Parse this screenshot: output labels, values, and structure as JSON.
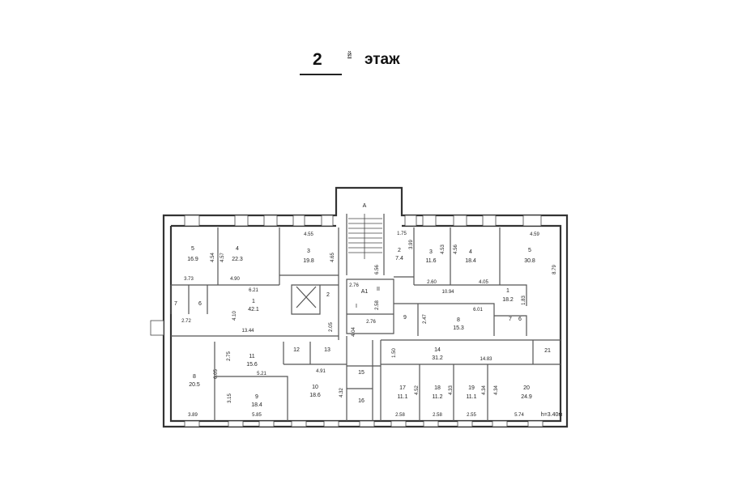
{
  "title": {
    "floor_number": "2",
    "suffix": "й",
    "word": "этаж"
  },
  "height_note": "h=3.40м",
  "stair_labels": {
    "A": "A",
    "A1": "A1",
    "I": "I",
    "II": "II"
  },
  "rooms": [
    {
      "num": "5",
      "area": "16.9"
    },
    {
      "num": "4",
      "area": "22.3"
    },
    {
      "num": "3",
      "area": "19.8"
    },
    {
      "num": "1",
      "area": "42.1"
    },
    {
      "num": "7",
      "area": ""
    },
    {
      "num": "6",
      "area": ""
    },
    {
      "num": "2",
      "area": ""
    },
    {
      "num": "2",
      "area": "7.4"
    },
    {
      "num": "3",
      "area": "11.6"
    },
    {
      "num": "4",
      "area": "18.4"
    },
    {
      "num": "5",
      "area": "30.8"
    },
    {
      "num": "1",
      "area": "18.2"
    },
    {
      "num": "9",
      "area": ""
    },
    {
      "num": "8",
      "area": "15.3"
    },
    {
      "num": "7",
      "area": ""
    },
    {
      "num": "6",
      "area": ""
    },
    {
      "num": "14",
      "area": "31.2"
    },
    {
      "num": "21",
      "area": ""
    },
    {
      "num": "17",
      "area": "11.1"
    },
    {
      "num": "18",
      "area": "11.2"
    },
    {
      "num": "19",
      "area": "11.1"
    },
    {
      "num": "20",
      "area": "24.9"
    },
    {
      "num": "12",
      "area": ""
    },
    {
      "num": "13",
      "area": ""
    },
    {
      "num": "11",
      "area": "15.6"
    },
    {
      "num": "8",
      "area": "20.5"
    },
    {
      "num": "9",
      "area": "18.4"
    },
    {
      "num": "10",
      "area": "18.6"
    },
    {
      "num": "15",
      "area": ""
    },
    {
      "num": "16",
      "area": ""
    }
  ],
  "dimensions": [
    "4.54",
    "4.57",
    "4.55",
    "4.65",
    "3.73",
    "4.90",
    "6.21",
    "4.10",
    "13.44",
    "2.72",
    "2.05",
    "2.76",
    "2.76",
    "6.56",
    "2.58",
    "4.04",
    "1.75",
    "3.99",
    "4.53",
    "2.60",
    "4.56",
    "4.05",
    "4.59",
    "8.79",
    "10.94",
    "1.83",
    "2.47",
    "6.01",
    "1.50",
    "14.83",
    "4.52",
    "2.58",
    "4.33",
    "2.58",
    "4.34",
    "2.55",
    "4.34",
    "5.74",
    "2.75",
    "5.21",
    "6.05",
    "3.89",
    "3.15",
    "5.85",
    "4.91",
    "4.32"
  ]
}
